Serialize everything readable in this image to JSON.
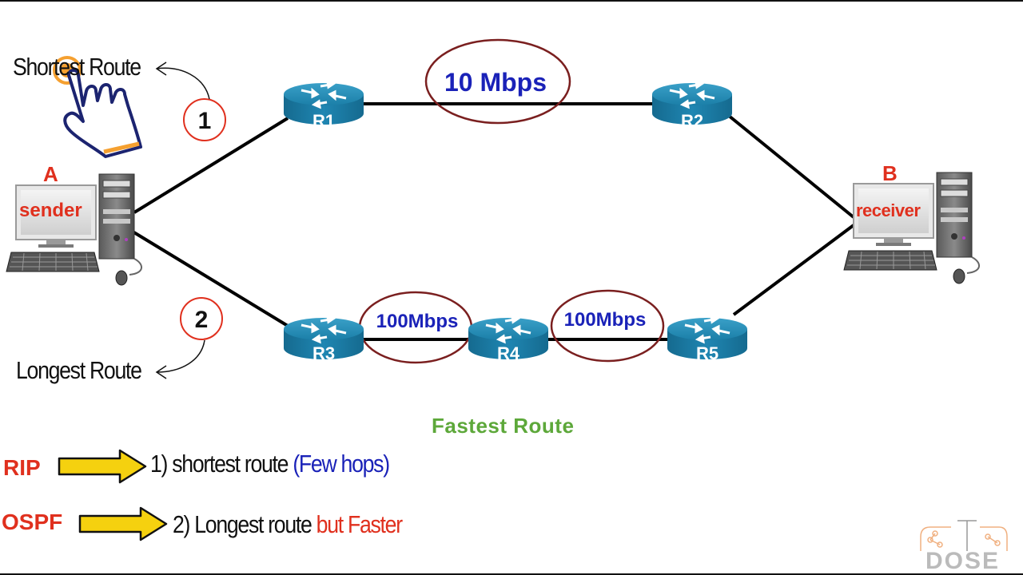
{
  "routes": {
    "route1": {
      "number": "1",
      "label": "Shortest Route"
    },
    "route2": {
      "number": "2",
      "label": "Longest Route"
    },
    "fastest_label": "Fastest Route"
  },
  "hosts": {
    "a": {
      "id": "A",
      "role": "sender"
    },
    "b": {
      "id": "B",
      "role": "receiver"
    }
  },
  "routers": [
    "R1",
    "R2",
    "R3",
    "R4",
    "R5"
  ],
  "links": {
    "r1_r2": "10 Mbps",
    "r3_r4": "100Mbps",
    "r4_r5": "100Mbps"
  },
  "legend": [
    {
      "protocol": "RIP",
      "num": "1)",
      "text": "shortest route",
      "note": "(Few hops)"
    },
    {
      "protocol": "OSPF",
      "num": "2)",
      "text": "Longest route",
      "note": "but Faster"
    }
  ],
  "logo": {
    "text": "DOSE"
  },
  "colors": {
    "router": "#1b7fa8",
    "link": "#000000",
    "ellipse": "#7a1f1f",
    "speed_text": "#1a22b8",
    "host_label": "#e0301e",
    "fastest": "#5da83a",
    "arrow_fill": "#f5d10f",
    "pointer_orange": "#f5a030",
    "hand_outline": "#1c2470"
  }
}
